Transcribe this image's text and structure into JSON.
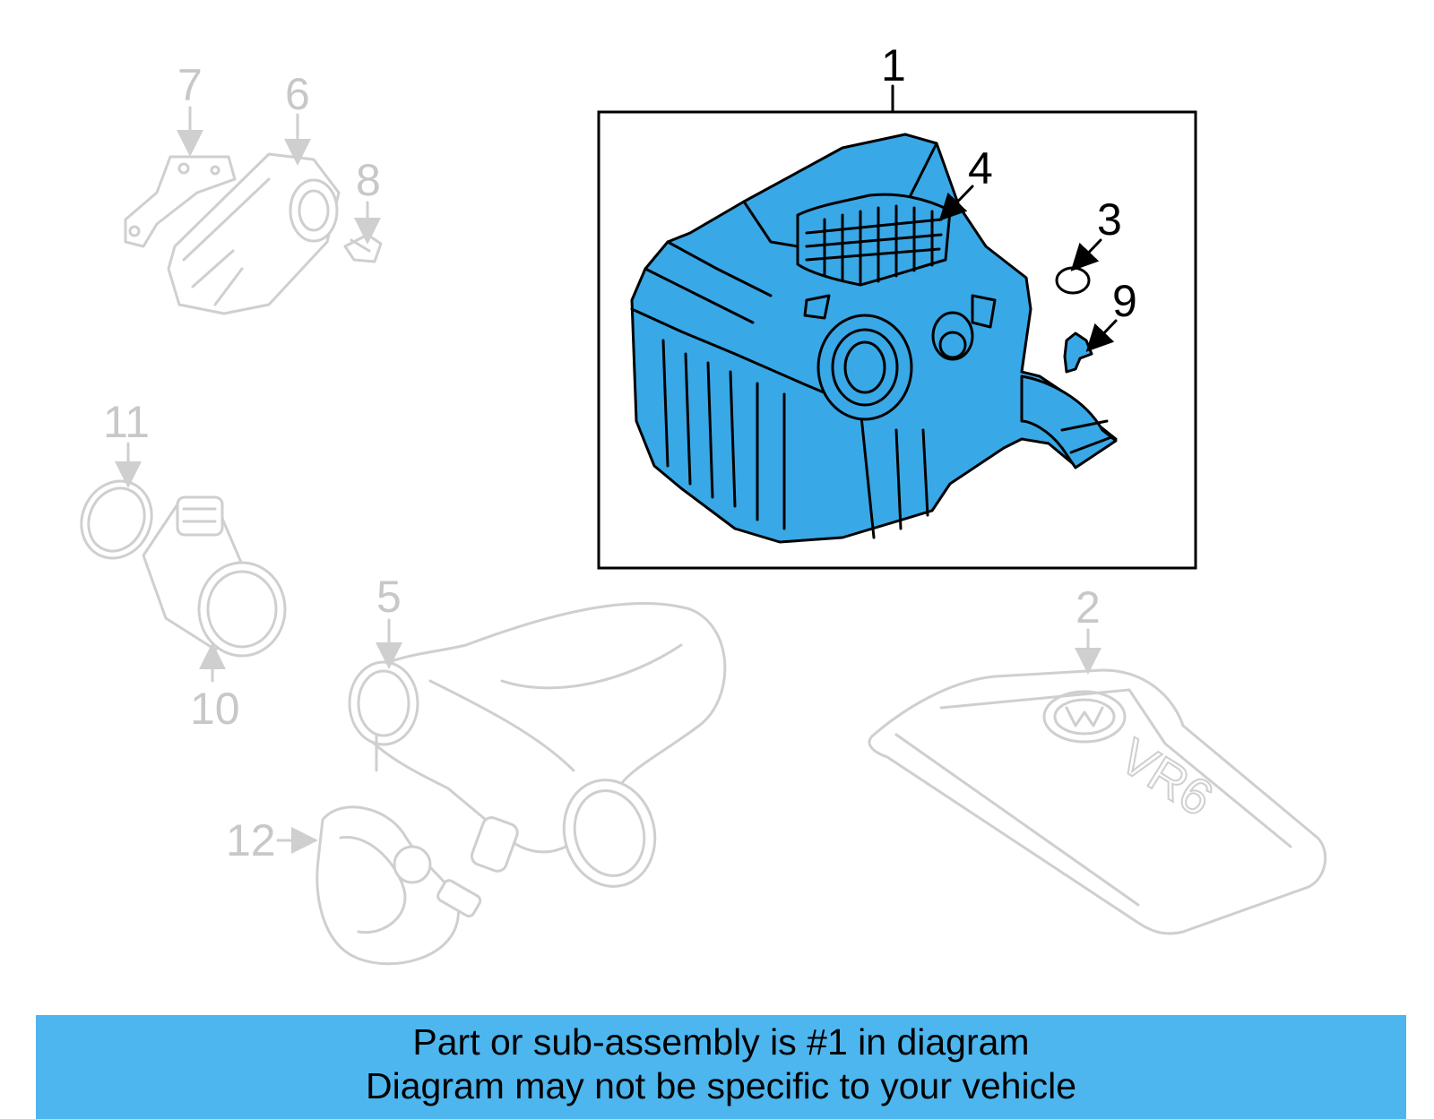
{
  "colors": {
    "highlight": "#39a8e6",
    "banner": "#4db6ee",
    "ghost_lines": "#cfcfcf"
  },
  "callouts": {
    "c1": "1",
    "c2": "2",
    "c3": "3",
    "c4": "4",
    "c5": "5",
    "c6": "6",
    "c7": "7",
    "c8": "8",
    "c9": "9",
    "c10": "10",
    "c11": "11",
    "c12": "12"
  },
  "engine_cover_text": "VR6",
  "banner": {
    "line1": "Part or sub-assembly is #1 in diagram",
    "line2": "Diagram may not be specific to your vehicle"
  }
}
